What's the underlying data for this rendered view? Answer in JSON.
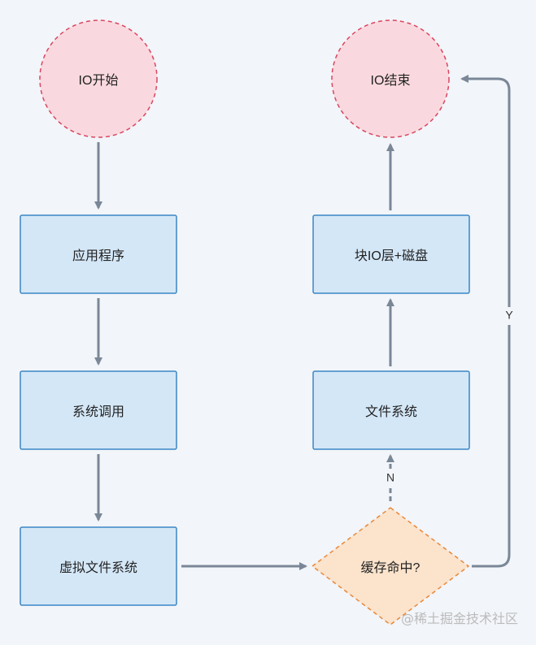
{
  "nodes": {
    "io_start": "IO开始",
    "io_end": "IO结束",
    "application": "应用程序",
    "system_call": "系统调用",
    "vfs": "虚拟文件系统",
    "cache_hit": "缓存命中?",
    "file_system": "文件系统",
    "block_io_disk": "块IO层+磁盘"
  },
  "edge_labels": {
    "yes": "Y",
    "no": "N"
  },
  "watermark": "@稀土掘金技术社区",
  "colors": {
    "background": "#f2f5f9",
    "terminal_fill": "#f9d9df",
    "terminal_border": "#d9465f",
    "process_fill": "#d4e7f7",
    "process_border": "#3a87c5",
    "decision_fill": "#fbe3cc",
    "decision_border": "#e8883a",
    "edge": "#7a8797"
  }
}
